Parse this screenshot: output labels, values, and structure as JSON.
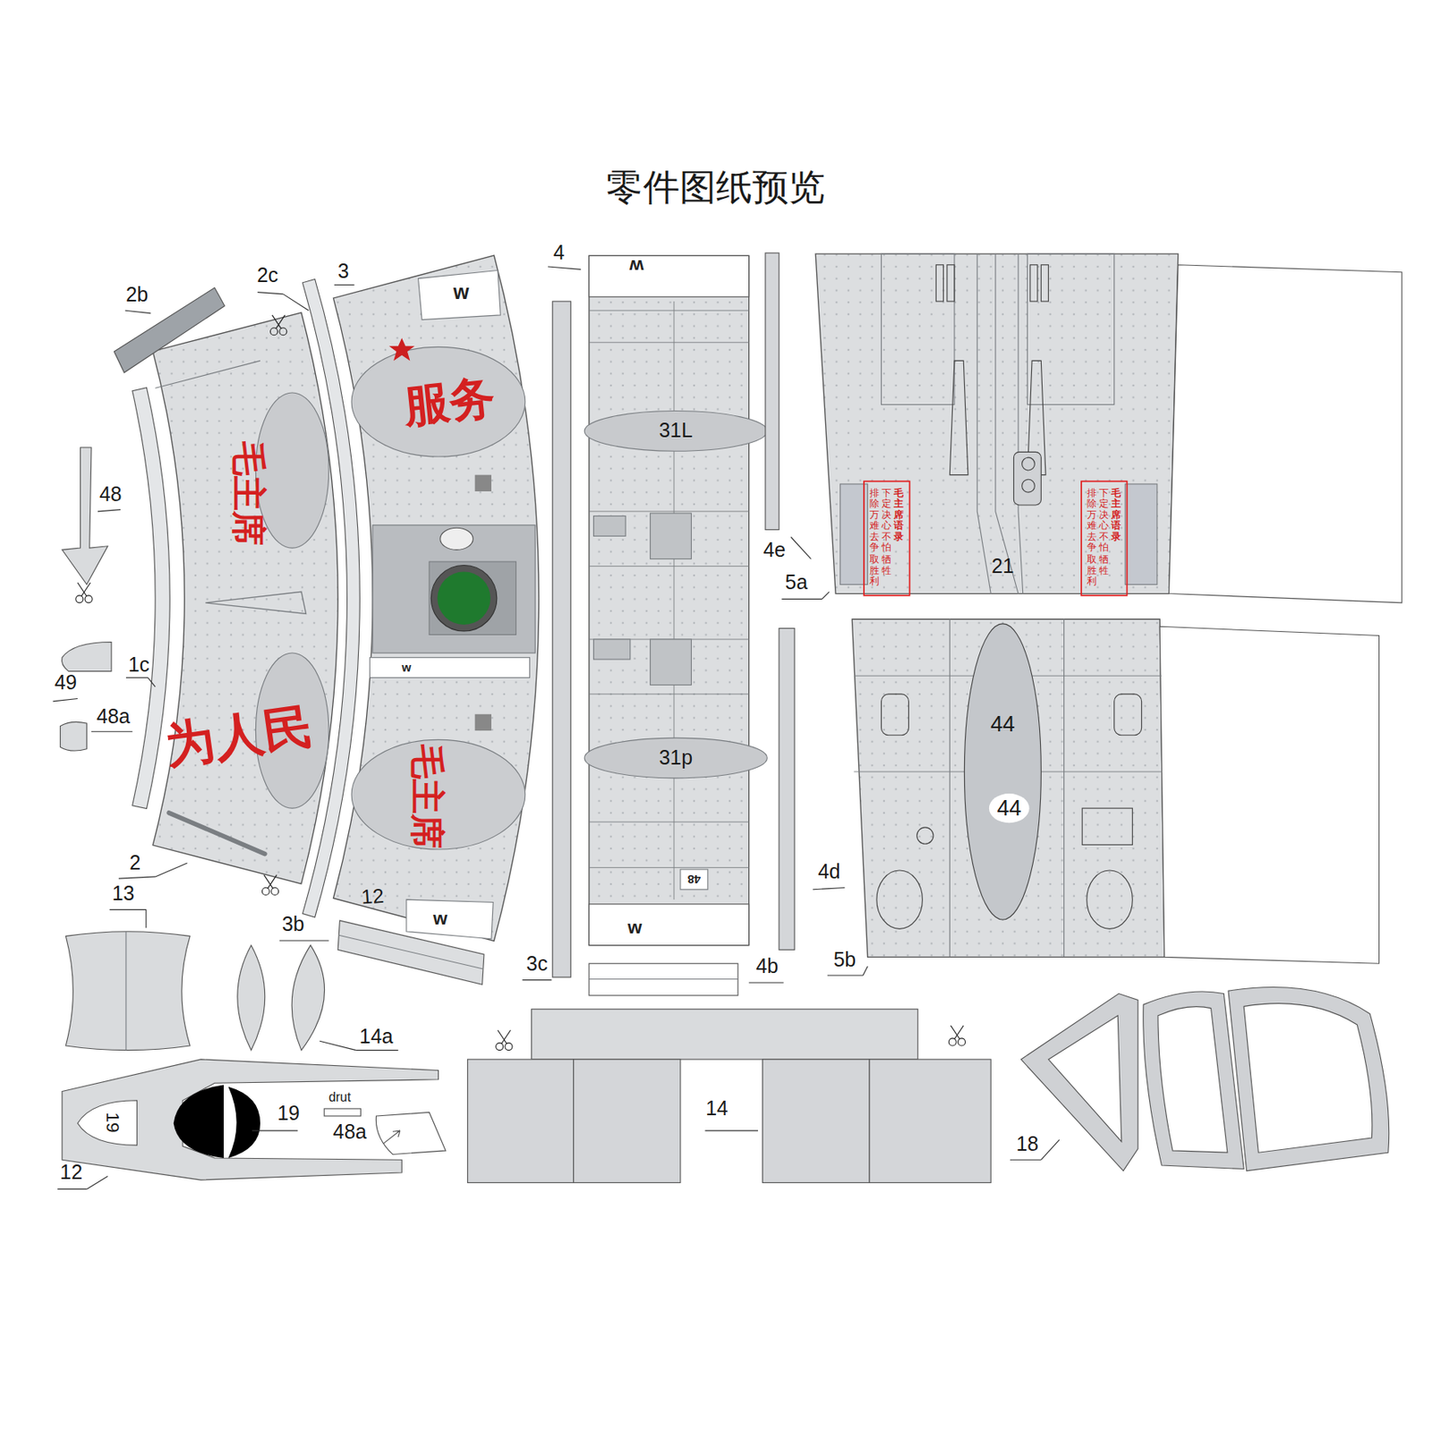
{
  "diagram": {
    "title": "零件图纸预览",
    "labels": [
      "2c",
      "2b",
      "3",
      "4",
      "w",
      "w",
      "31L",
      "48",
      "1c",
      "49",
      "48a",
      "w",
      "31p",
      "12",
      "w",
      "w",
      "48",
      "2",
      "13",
      "3b",
      "3c",
      "4b",
      "4e",
      "5a",
      "21",
      "44",
      "44",
      "4d",
      "5b",
      "14a",
      "19",
      "19",
      "drut",
      "48a",
      "14",
      "12",
      "18",
      "毛主席语录",
      "下定决心不怕牺牲",
      "排除万难去争取胜利",
      "毛主席语录",
      "下定决心不怕牺牲",
      "排除万难去争取胜利",
      "为人民",
      "服务",
      "毛主席",
      "毛主席"
    ]
  }
}
